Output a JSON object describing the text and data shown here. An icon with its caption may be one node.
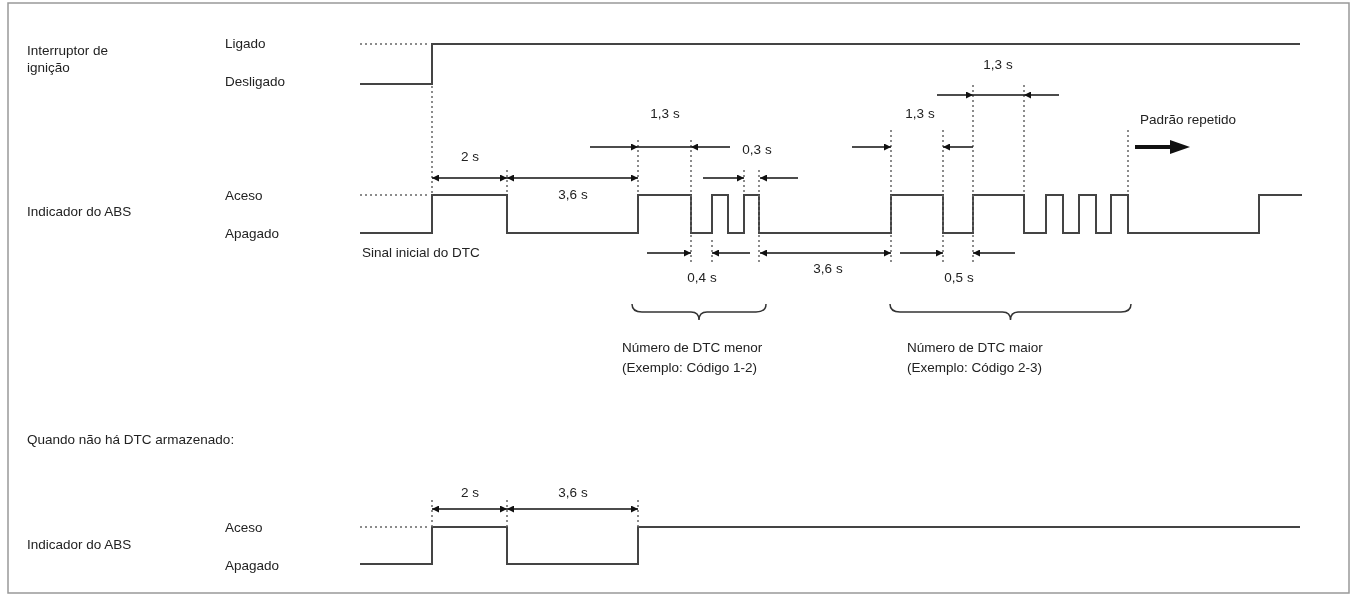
{
  "diagram": {
    "labels": [
      "Interruptor de ignição",
      "Ligado",
      "Desligado",
      "1,3 s",
      "1,3 s",
      "1,3 s",
      "Padrão repetido",
      "0,3 s",
      "2 s",
      "Indicador do ABS",
      "Aceso",
      "3,6 s",
      "Apagado",
      "Sinal inicial do DTC",
      "0,4 s",
      "3,6 s",
      "0,5 s",
      "Número de DTC menor",
      "(Exemplo: Código 1-2)",
      "Número de DTC maior",
      "(Exemplo: Código 2-3)",
      "Quando não há DTC armazenado:",
      "2 s",
      "3,6 s",
      "Indicador do ABS",
      "Aceso",
      "Apagado"
    ]
  }
}
